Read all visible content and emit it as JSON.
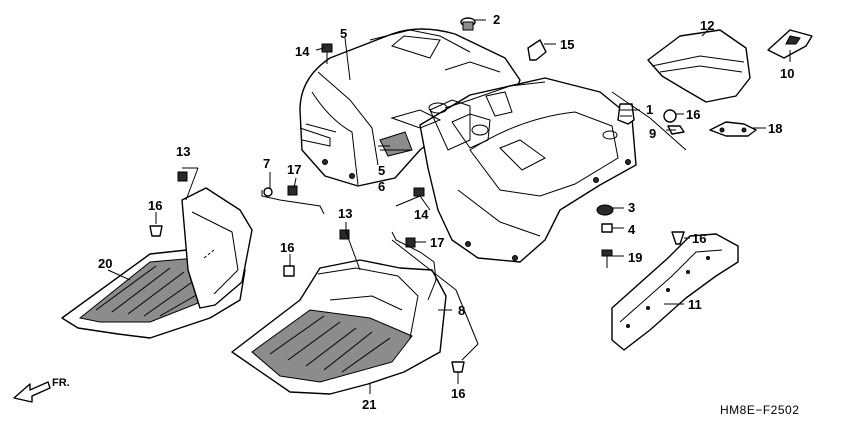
{
  "diagram": {
    "drawing_code": "HM8E−F2502",
    "direction_label": "FR.",
    "callouts": [
      "1",
      "2",
      "3",
      "4",
      "5",
      "5",
      "6",
      "7",
      "8",
      "9",
      "10",
      "11",
      "12",
      "13",
      "13",
      "14",
      "14",
      "15",
      "16",
      "16",
      "16",
      "16",
      "17",
      "17",
      "18",
      "19",
      "20",
      "21"
    ]
  }
}
